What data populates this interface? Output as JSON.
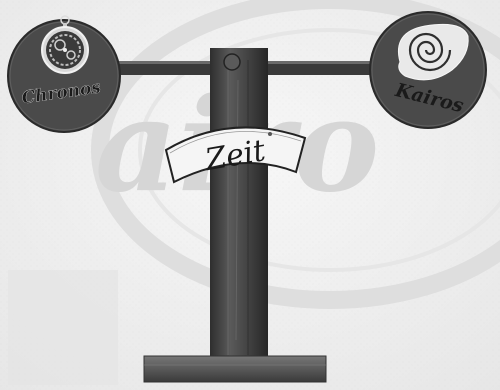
{
  "photo": {
    "left_disc_label": "Chronos",
    "right_disc_label": "Kairos",
    "center_sign_label": "Zeit",
    "background_watermark_text": "airo"
  },
  "colors": {
    "background": "#f2f2f2",
    "wood_dark": "#3a3a3a",
    "wood_mid": "#6b6b6b",
    "disc_fill": "#4a4a4a",
    "sign_fill": "#f5f5f5",
    "ink": "#1a1a1a",
    "watermark": "#d9d9d9"
  }
}
